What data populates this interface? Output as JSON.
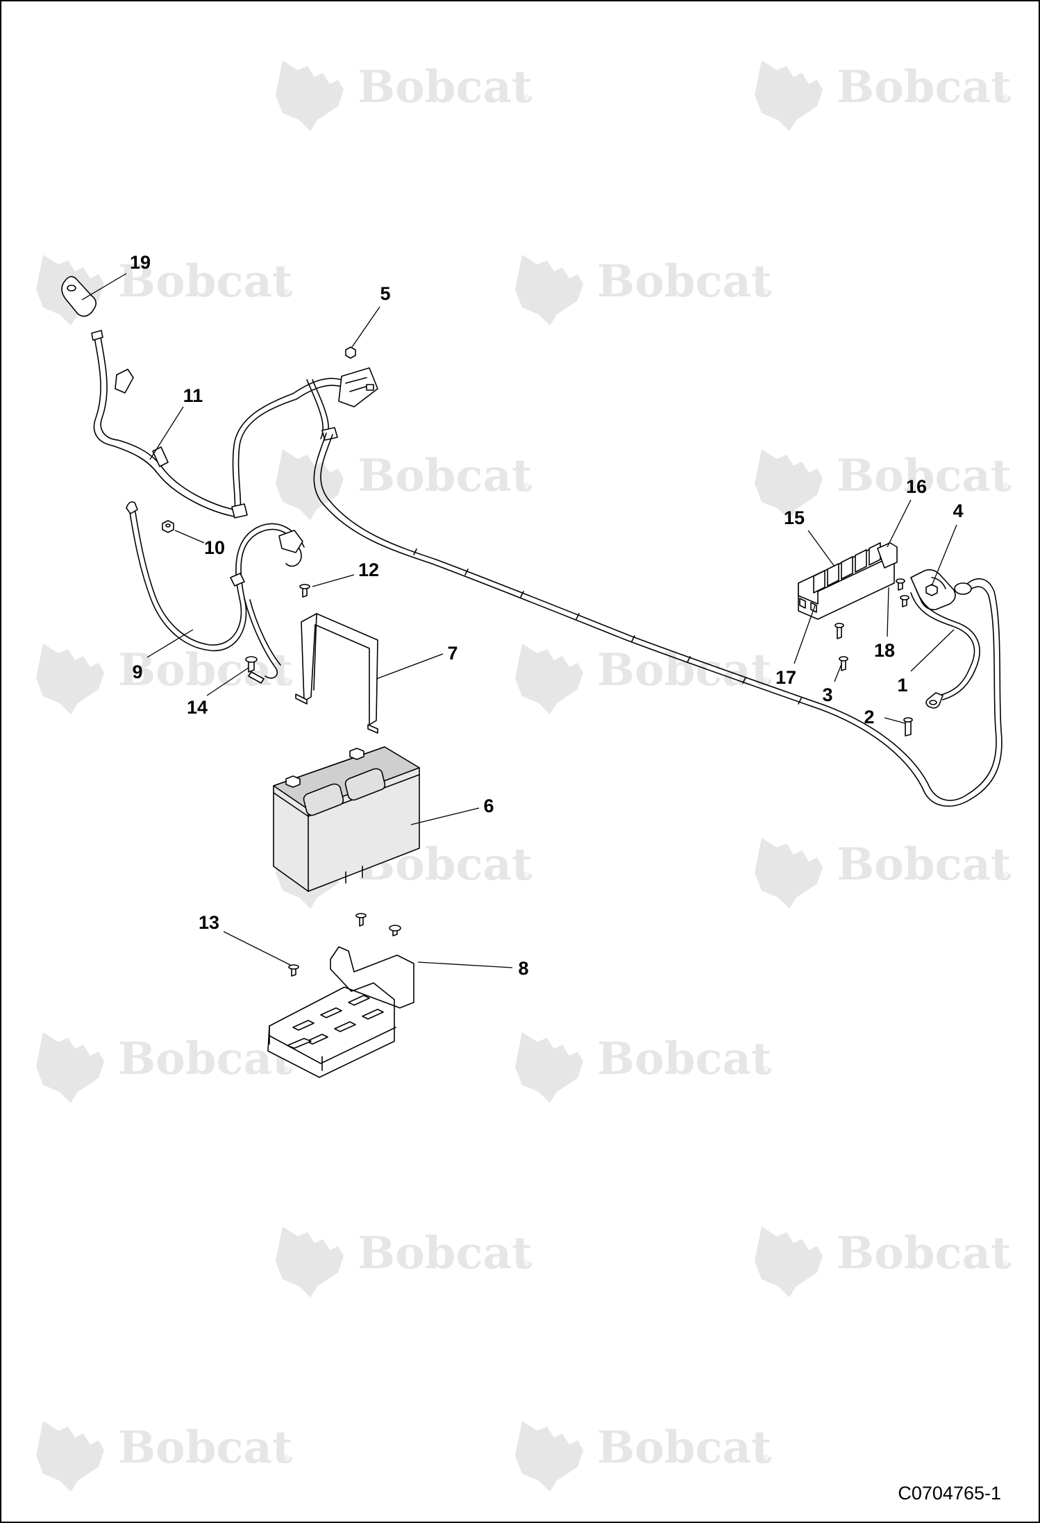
{
  "watermark": {
    "brand_text": "Bobcat",
    "registered_mark": "®"
  },
  "callouts": [
    "1",
    "2",
    "3",
    "4",
    "5",
    "6",
    "7",
    "8",
    "9",
    "10",
    "11",
    "12",
    "13",
    "14",
    "15",
    "16",
    "17",
    "18",
    "19"
  ],
  "figure_code": "C0704765-1",
  "colors": {
    "line": "#000000",
    "part_fill": "#ffffff",
    "battery_fill": "#e9e9e9",
    "battery_top": "#cfcfcf",
    "watermark": "#e6e6e6"
  }
}
